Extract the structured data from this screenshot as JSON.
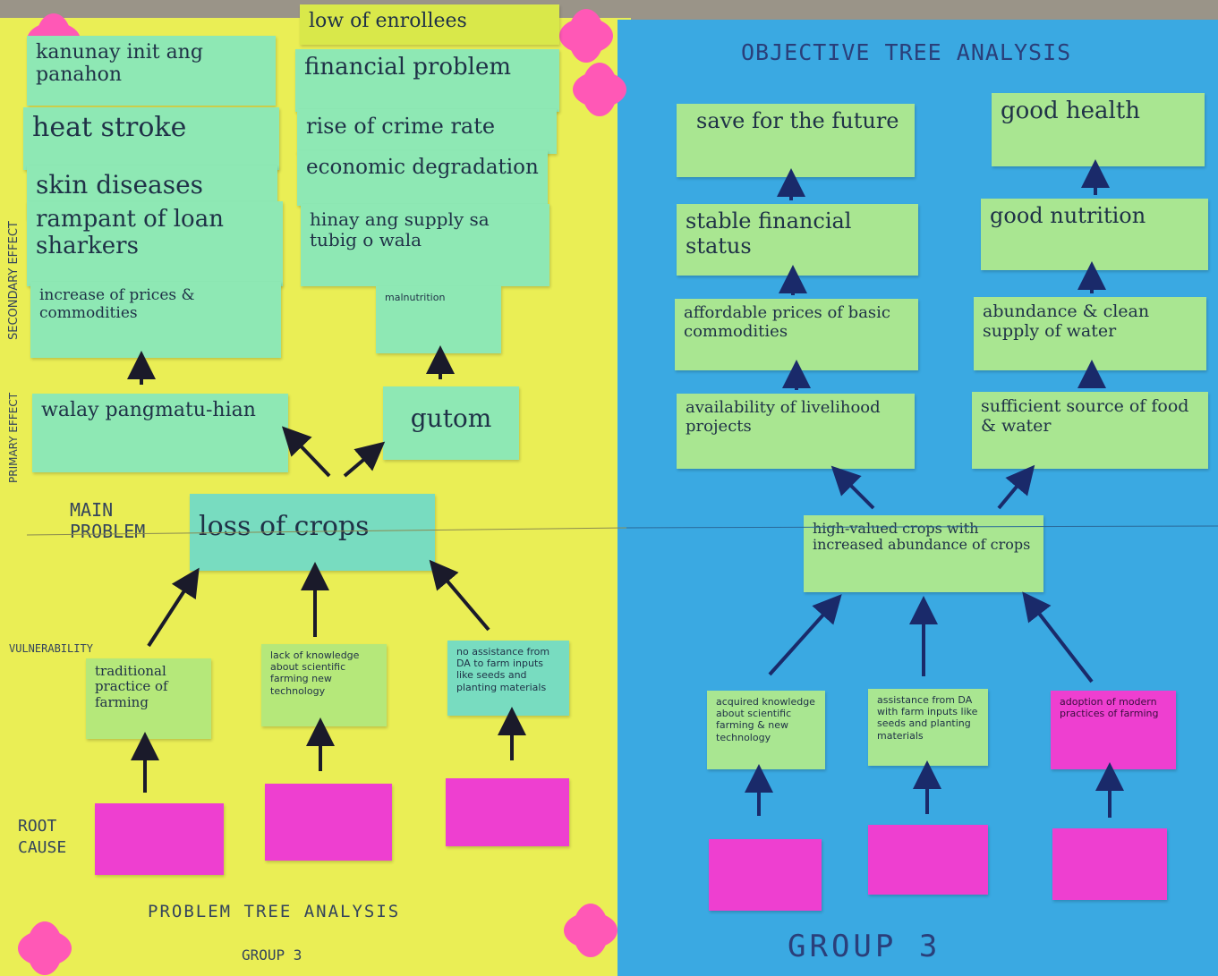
{
  "left_poster": {
    "title": "PROBLEM TREE ANALYSIS",
    "group": "GROUP 3",
    "labels": {
      "secondary_effect": "SECONDARY EFFECT",
      "primary_effect": "PRIMARY EFFECT",
      "main_problem": "MAIN PROBLEM",
      "vulnerability": "VULNERABILITY",
      "root_cause": "ROOT CAUSE"
    },
    "secondary_effects_left": [
      "kanunay init ang panahon",
      "heat stroke",
      "skin diseases",
      "rampant of loan sharkers",
      "increase of prices & commodities"
    ],
    "secondary_effects_right": [
      "low of enrollees",
      "financial problem",
      "rise of crime rate",
      "economic degradation",
      "hinay ang supply sa tubig o wala",
      "malnutrition"
    ],
    "primary_effects": [
      "walay pangmatu-hian",
      "gutom"
    ],
    "main_problem": "loss of crops",
    "vulnerabilities": [
      "traditional practice of farming",
      "lack of knowledge about scientific farming new technology",
      "no assistance from DA to farm inputs like seeds and planting materials"
    ]
  },
  "right_poster": {
    "title": "OBJECTIVE TREE ANALYSIS",
    "group": "GROUP 3",
    "left_chain": [
      "save for the future",
      "stable financial status",
      "affordable prices of basic commodities",
      "availability of livelihood projects"
    ],
    "right_chain": [
      "good health",
      "good nutrition",
      "abundance & clean supply of water",
      "sufficient source of food & water"
    ],
    "main_objective": "high-valued crops with increased abundance of crops",
    "means": [
      "acquired knowledge about scientific farming & new technology",
      "assistance from DA with farm inputs like seeds and planting materials",
      "adoption of modern practices of farming"
    ]
  },
  "colors": {
    "left_sheet": "#eaee55",
    "right_sheet": "#3aa9e2",
    "green_card": "#8ee8b4",
    "pink_card": "#ee3fd0",
    "ink": "#1f3147"
  }
}
